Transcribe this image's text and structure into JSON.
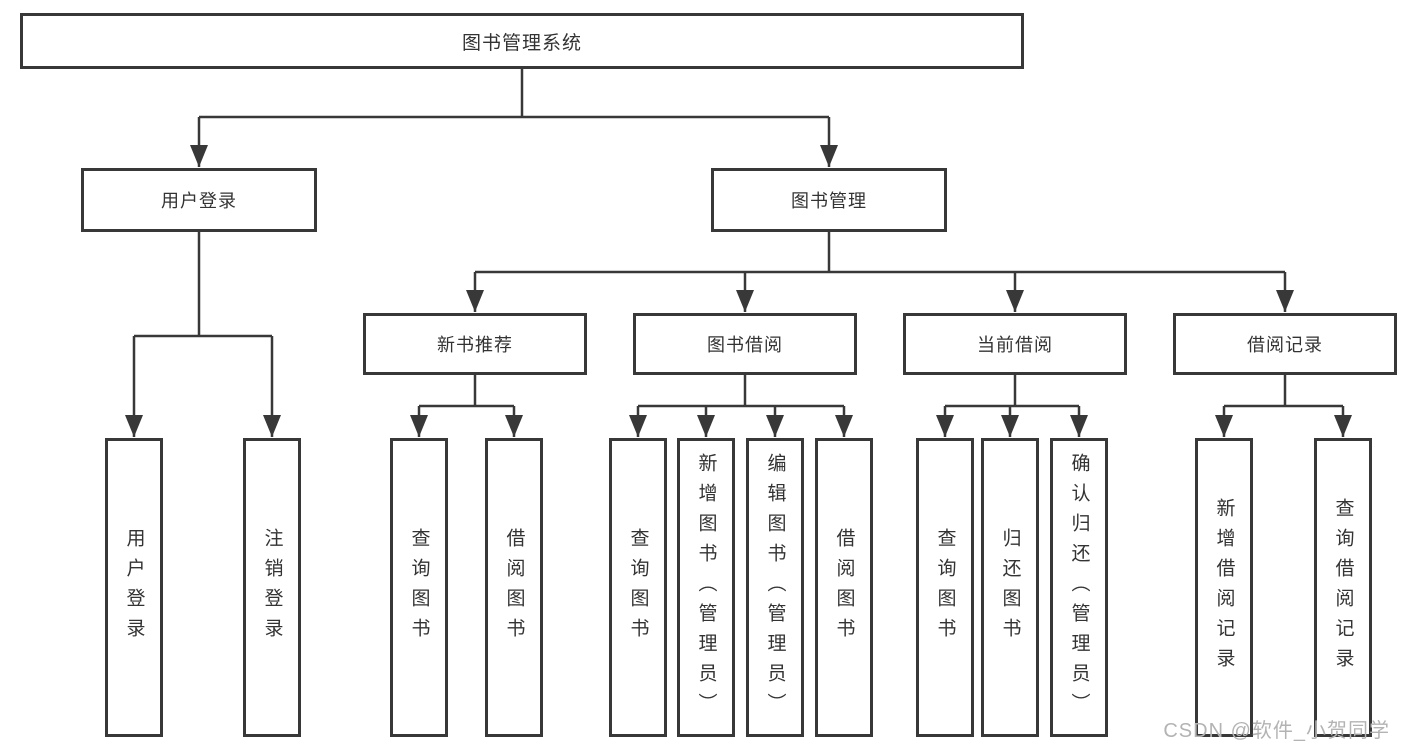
{
  "colors": {
    "line": "#383838",
    "box_border": "#383838",
    "text": "#333333",
    "box_background": "#ffffff",
    "watermark": "#b3b3b3"
  },
  "tree": {
    "root": {
      "label": "图书管理系统"
    },
    "level2": [
      {
        "label": "用户登录",
        "children": [
          "用户登录",
          "注销登录"
        ]
      },
      {
        "label": "图书管理"
      }
    ],
    "level3": [
      {
        "label": "新书推荐",
        "children": [
          "查询图书",
          "借阅图书"
        ]
      },
      {
        "label": "图书借阅",
        "children": [
          "查询图书",
          "新增图书（管理员）",
          "编辑图书（管理员）",
          "借阅图书"
        ]
      },
      {
        "label": "当前借阅",
        "children": [
          "查询图书",
          "归还图书",
          "确认归还（管理员）"
        ]
      },
      {
        "label": "借阅记录",
        "children": [
          "新增借阅记录",
          "查询借阅记录"
        ]
      }
    ]
  },
  "watermark": {
    "text": "CSDN @软件_小贺同学"
  }
}
